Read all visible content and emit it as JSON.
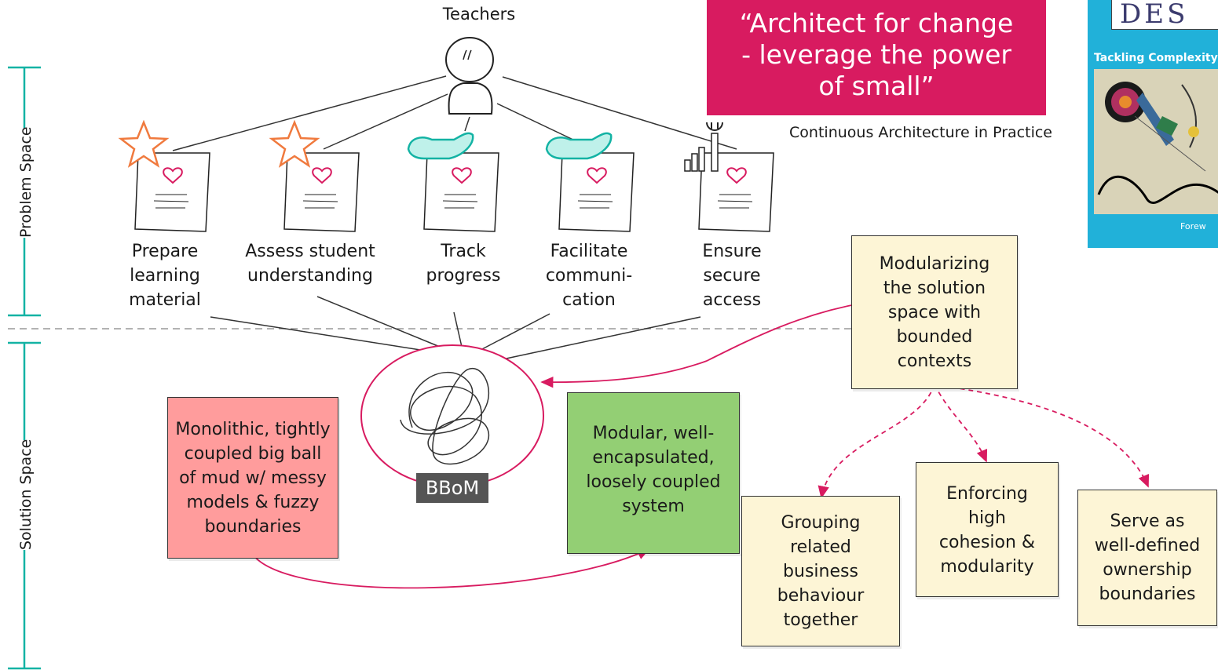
{
  "side_labels": {
    "problem_space": "Problem Space",
    "solution_space": "Solution Space"
  },
  "actor": {
    "label": "Teachers",
    "icon": "person-icon"
  },
  "tasks": [
    {
      "label_lines": [
        "Prepare",
        "learning",
        "material"
      ],
      "icon": "star-icon"
    },
    {
      "label_lines": [
        "Assess student",
        "understanding"
      ],
      "icon": "star-icon"
    },
    {
      "label_lines": [
        "Track",
        "progress"
      ],
      "icon": "hand-icon"
    },
    {
      "label_lines": [
        "Facilitate",
        "communi-",
        "cation"
      ],
      "icon": "hand-icon"
    },
    {
      "label_lines": [
        "Ensure",
        "secure",
        "access"
      ],
      "icon": "tools-icon"
    }
  ],
  "quote": {
    "text_lines": [
      "“Architect for change",
      "- leverage the power",
      "of small”"
    ],
    "source": "Continuous Architecture in Practice",
    "color": "#d81b60"
  },
  "book_cover": {
    "title_fragment": "DES",
    "subtitle": "Tackling Complexity in",
    "footer": "Forew",
    "color": "#21b1d9"
  },
  "bbom": {
    "label": "BBoM"
  },
  "notes": {
    "monolith": {
      "lines": [
        "Monolithic, tightly",
        "coupled big ball",
        "of mud w/ messy",
        "models & fuzzy",
        "boundaries"
      ],
      "color": "#ff9c9c"
    },
    "modular": {
      "lines": [
        "Modular, well-",
        "encapsulated,",
        "loosely coupled",
        "system"
      ],
      "color": "#93cf74"
    },
    "modularizing": {
      "lines": [
        "Modularizing",
        "the solution",
        "space with",
        "bounded",
        "contexts"
      ],
      "color": "#fdf5d6"
    },
    "grouping": {
      "lines": [
        "Grouping",
        "related",
        "business",
        "behaviour",
        "together"
      ],
      "color": "#fdf5d6"
    },
    "cohesion": {
      "lines": [
        "Enforcing",
        "high",
        "cohesion &",
        "modularity"
      ],
      "color": "#fdf5d6"
    },
    "ownership": {
      "lines": [
        "Serve as",
        "well-defined",
        "ownership",
        "boundaries"
      ],
      "color": "#fdf5d6"
    }
  },
  "colors": {
    "accent": "#d81b60",
    "bracket": "#13b3a4",
    "divider": "#999999"
  }
}
